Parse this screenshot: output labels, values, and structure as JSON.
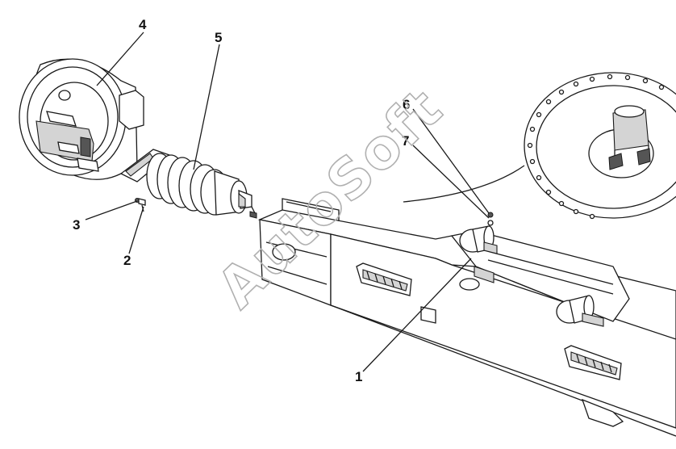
{
  "callouts": {
    "c1": "1",
    "c2": "2",
    "c3": "3",
    "c4": "4",
    "c5": "5",
    "c6": "6",
    "c7": "7"
  },
  "watermark": "AutoSoft",
  "colors": {
    "line": "#1a1a1a",
    "shade": "#d4d4d4",
    "dark": "#555555",
    "watermark": "#b0b0b0"
  }
}
